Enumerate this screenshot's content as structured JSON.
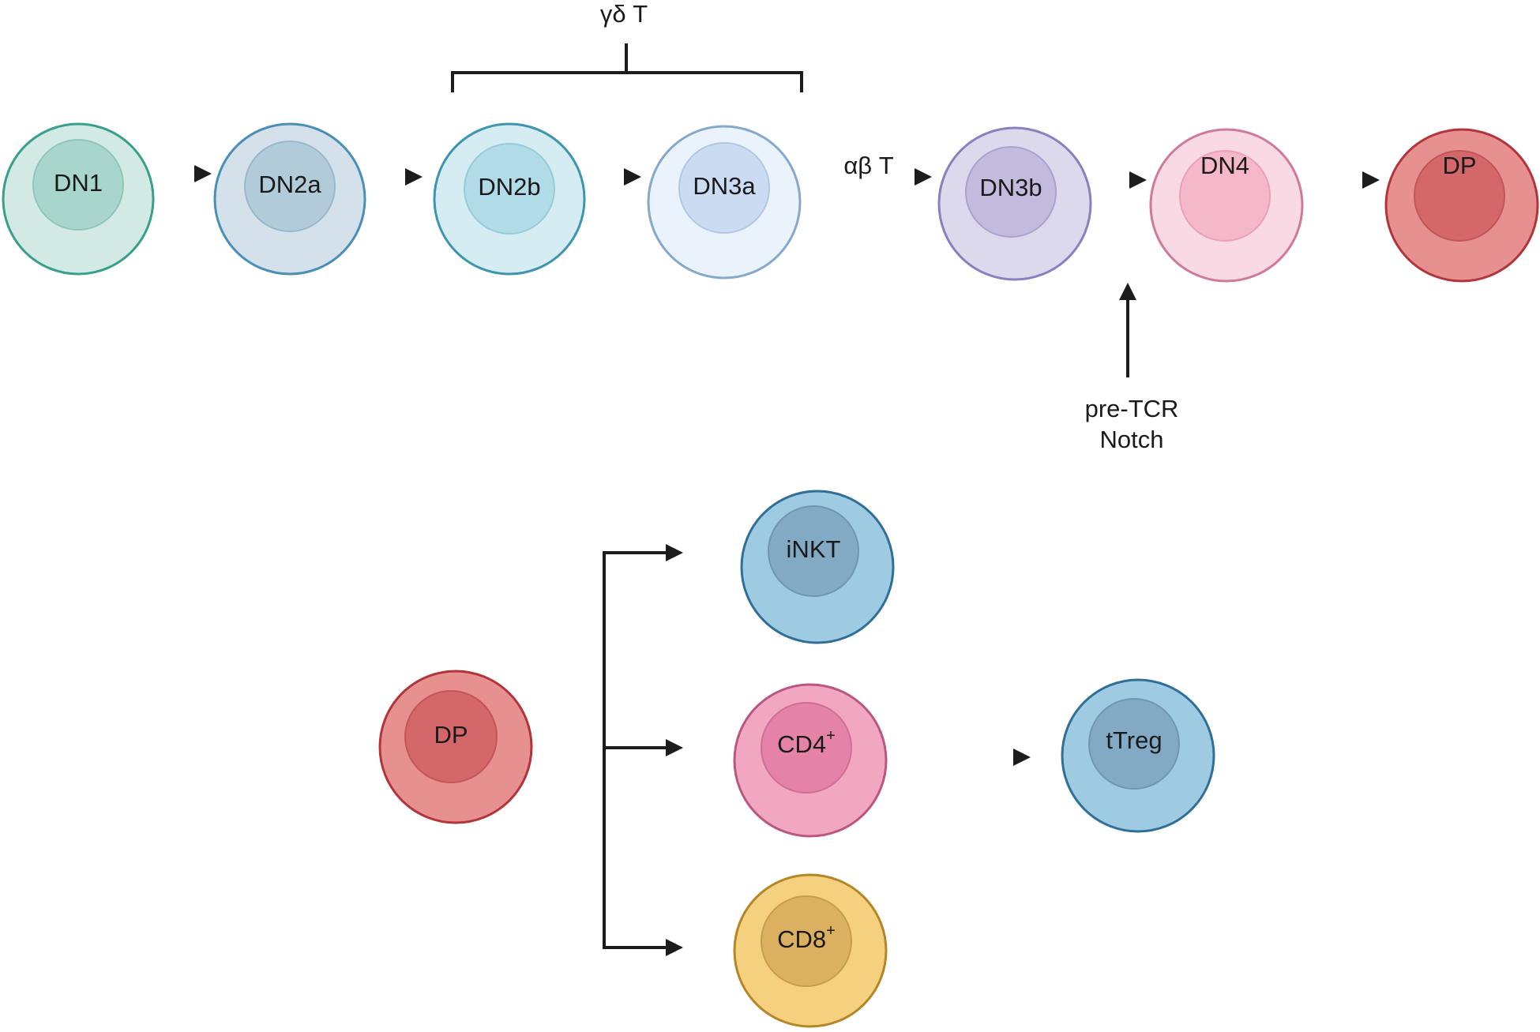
{
  "diagram": {
    "cells": {
      "dn1": {
        "label": "DN1",
        "outer_fill": "#d3eae4",
        "outer_stroke": "#3a9f8a",
        "inner_fill": "#a9d6cc",
        "inner_stroke": "#8fc6ba"
      },
      "dn2a": {
        "label": "DN2a",
        "outer_fill": "#d4e1ea",
        "outer_stroke": "#4a8fb5",
        "inner_fill": "#b2cbd9",
        "inner_stroke": "#98b8cb"
      },
      "dn2b": {
        "label": "DN2b",
        "outer_fill": "#d4ecf2",
        "outer_stroke": "#3d95b0",
        "inner_fill": "#b1dbe6",
        "inner_stroke": "#96cbd9"
      },
      "dn3a": {
        "label": "DN3a",
        "outer_fill": "#eaf3fb",
        "outer_stroke": "#86a8cc",
        "inner_fill": "#cbdcf2",
        "inner_stroke": "#b0c8e6"
      },
      "dn3b": {
        "label": "DN3b",
        "outer_fill": "#ddd9ec",
        "outer_stroke": "#8b7fc0",
        "inner_fill": "#c3bbdd",
        "inner_stroke": "#aba1cf"
      },
      "dn4": {
        "label": "DN4",
        "outer_fill": "#f9d9e3",
        "outer_stroke": "#cf7a98",
        "inner_fill": "#f5b7ca",
        "inner_stroke": "#eaa1b8"
      },
      "dp_top": {
        "label": "DP",
        "outer_fill": "#e79090",
        "outer_stroke": "#b1353b",
        "inner_fill": "#d4676a",
        "inner_stroke": "#c45659"
      },
      "dp_bottom": {
        "label": "DP",
        "outer_fill": "#e79090",
        "outer_stroke": "#b1353b",
        "inner_fill": "#d4676a",
        "inner_stroke": "#c45659"
      },
      "inkt": {
        "label": "iNKT",
        "outer_fill": "#9ecae2",
        "outer_stroke": "#2f6f98",
        "inner_fill": "#82aac4",
        "inner_stroke": "#6f97b1"
      },
      "cd4": {
        "label": "CD4",
        "sup": "+",
        "outer_fill": "#f1a7c0",
        "outer_stroke": "#bb5680",
        "inner_fill": "#e483a7",
        "inner_stroke": "#d06f94"
      },
      "cd8": {
        "label": "CD8",
        "sup": "+",
        "outer_fill": "#f5d07e",
        "outer_stroke": "#b58627",
        "inner_fill": "#dbb060",
        "inner_stroke": "#c89c4d"
      },
      "ttreg": {
        "label": "tTreg",
        "outer_fill": "#9ecae2",
        "outer_stroke": "#2f6f98",
        "inner_fill": "#82aac4",
        "inner_stroke": "#6f97b1"
      }
    },
    "annotations": {
      "gamma_delta": "γδ T",
      "alpha_beta": "αβ T",
      "pre_tcr": "pre-TCR",
      "notch": "Notch"
    },
    "arrow_color": "#1c1c1c"
  }
}
